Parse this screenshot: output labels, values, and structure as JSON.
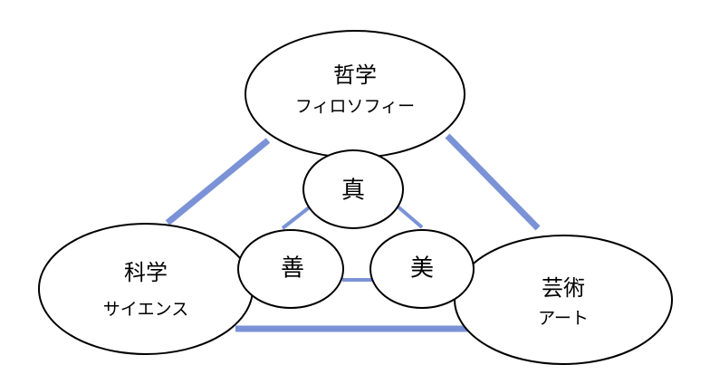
{
  "colors": {
    "connector": "#7b93d6",
    "outline": "#000000",
    "background": "#ffffff"
  },
  "nodes": {
    "philosophy": {
      "title": "哲学",
      "subtitle": "フィロソフィー"
    },
    "science": {
      "title": "科学",
      "subtitle": "サイエンス"
    },
    "art": {
      "title": "芸術",
      "subtitle": "アート"
    },
    "truth": {
      "label": "真"
    },
    "goodness": {
      "label": "善"
    },
    "beauty": {
      "label": "美"
    }
  }
}
